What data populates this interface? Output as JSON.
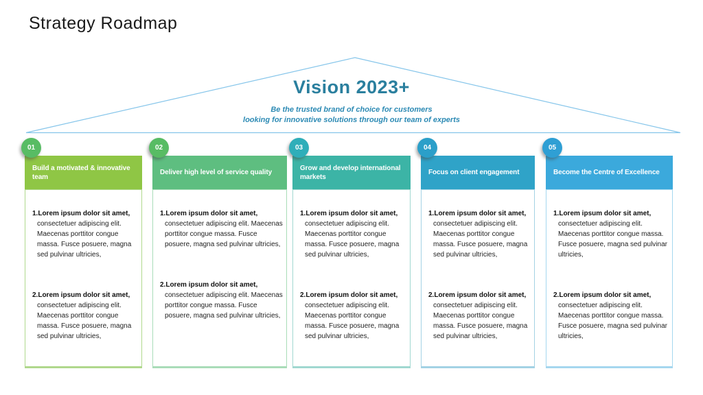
{
  "page": {
    "title": "Strategy Roadmap"
  },
  "vision": {
    "title": "Vision 2023+",
    "subtitle_line1": "Be the trusted brand of choice for customers",
    "subtitle_line2": "looking for innovative solutions through our team of experts",
    "roof_color": "#85C5EA",
    "title_color": "#2A7F9E",
    "subtitle_color": "#2C8AB4"
  },
  "columns": [
    {
      "number": "01",
      "header": "Build a motivated & innovative team",
      "colors": {
        "header": "#8FC645",
        "badge": "#58BC64",
        "border": "#AFD88C"
      },
      "items": [
        {
          "bold": "1.Lorem ipsum dolor sit amet,",
          "rest": "consectetuer adipiscing elit. Maecenas porttitor congue massa. Fusce posuere, magna sed pulvinar ultricies,"
        },
        {
          "bold": "2.Lorem ipsum dolor sit amet,",
          "rest": "consectetuer adipiscing elit. Maecenas porttitor congue massa. Fusce posuere, magna sed pulvinar ultricies,"
        }
      ]
    },
    {
      "number": "02",
      "header": "Deliver high level of service quality",
      "colors": {
        "header": "#5EBE80",
        "badge": "#58BC64",
        "border": "#A9DCB8"
      },
      "items": [
        {
          "bold": "1.Lorem ipsum dolor sit amet,",
          "rest": "consectetuer adipiscing elit. Maecenas porttitor congue massa. Fusce posuere, magna sed pulvinar ultricies,"
        },
        {
          "bold": "2.Lorem ipsum dolor sit amet,",
          "rest": "consectetuer adipiscing elit. Maecenas porttitor congue massa. Fusce posuere, magna sed pulvinar ultricies,"
        }
      ]
    },
    {
      "number": "03",
      "header": "Grow and develop international markets",
      "colors": {
        "header": "#3CB4A6",
        "badge": "#2FAEB9",
        "border": "#A0D8D0"
      },
      "items": [
        {
          "bold": "1.Lorem ipsum dolor sit amet,",
          "rest": "consectetuer adipiscing elit. Maecenas porttitor congue massa. Fusce posuere, magna sed pulvinar ultricies,"
        },
        {
          "bold": "2.Lorem ipsum dolor sit amet,",
          "rest": "consectetuer adipiscing elit. Maecenas porttitor congue massa. Fusce posuere, magna sed pulvinar ultricies,"
        }
      ]
    },
    {
      "number": "04",
      "header": "Focus on client engagement",
      "colors": {
        "header": "#2FA3C8",
        "badge": "#2B9FC9",
        "border": "#A3D2E4"
      },
      "items": [
        {
          "bold": "1.Lorem ipsum dolor sit amet,",
          "rest": "consectetuer adipiscing elit. Maecenas porttitor congue massa. Fusce posuere, magna sed pulvinar ultricies,"
        },
        {
          "bold": "2.Lorem ipsum dolor sit amet,",
          "rest": "consectetuer adipiscing elit. Maecenas porttitor congue massa. Fusce posuere, magna sed pulvinar ultricies,"
        }
      ]
    },
    {
      "number": "05",
      "header": "Become the Centre of Excellence",
      "colors": {
        "header": "#3BA9DC",
        "badge": "#2F9FD4",
        "border": "#A5D7EF"
      },
      "items": [
        {
          "bold": "1.Lorem ipsum dolor sit amet,",
          "rest": "consectetuer adipiscing elit. Maecenas porttitor congue massa. Fusce posuere, magna sed pulvinar ultricies,"
        },
        {
          "bold": "2.Lorem ipsum dolor sit amet,",
          "rest": "consectetuer adipiscing elit. Maecenas porttitor congue massa. Fusce posuere, magna sed pulvinar ultricies,"
        }
      ]
    }
  ]
}
